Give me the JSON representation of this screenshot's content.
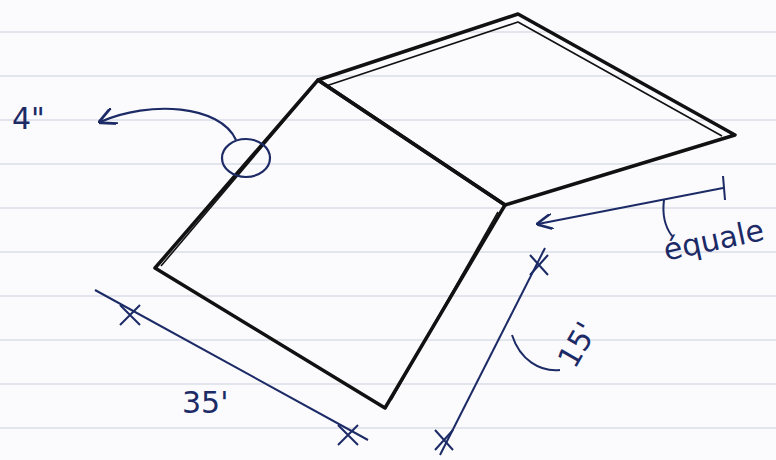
{
  "diagram": {
    "labels": [
      "4\"",
      "35'",
      "15'",
      "équale"
    ]
  }
}
